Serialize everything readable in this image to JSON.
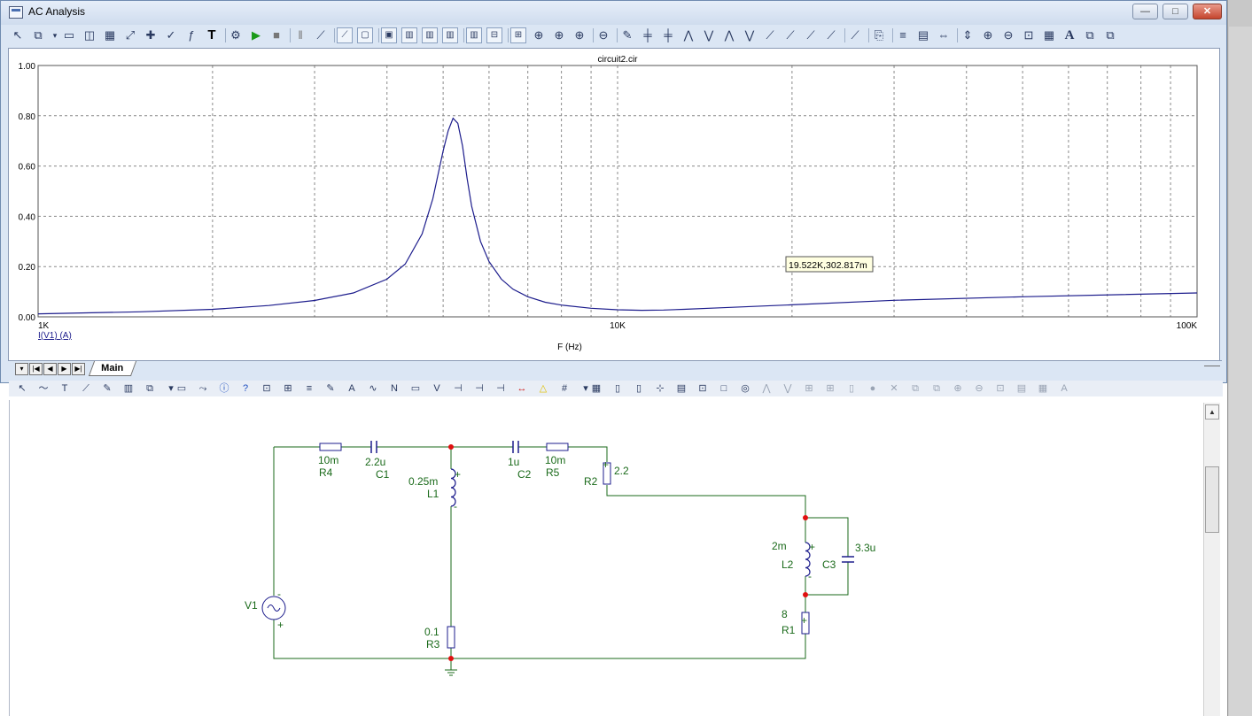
{
  "window": {
    "title": "AC Analysis",
    "minimize": "—",
    "maximize": "□",
    "close": "✕"
  },
  "toolbar_top": {
    "icons": [
      "select-arrow-icon",
      "copy-dropdown-icon",
      "dropdown-arrow-icon",
      "picture-icon",
      "graph-icon",
      "grid-icon",
      "stretch-icon",
      "crosshair-icon",
      "check-icon",
      "fx-icon",
      "text-icon",
      "properties-icon",
      "run-icon",
      "stop-icon",
      "pause-icon",
      "scope-icon",
      "scope2-icon",
      "box-icon",
      "box2-icon",
      "column1-icon",
      "column2-icon",
      "column3-icon",
      "column4-icon",
      "split-h-icon",
      "split-v-icon",
      "zoom-x-icon",
      "zoom-y-icon",
      "zoom-fit-icon",
      "zoom-out-icon",
      "edit-icon",
      "cursor1-icon",
      "cursor2-icon",
      "peak-icon",
      "valley-icon",
      "high-icon",
      "low-icon",
      "slope-icon",
      "inflection-icon",
      "lower-icon",
      "upper-icon",
      "marker-icon",
      "clipboard-icon",
      "list-icon",
      "number-icon",
      "fit-icon",
      "fit2-icon",
      "zoom-in-icon",
      "zoom-out2-icon",
      "zoom-window-icon",
      "layout-icon",
      "font-icon",
      "copy-icon",
      "paste-icon"
    ],
    "text_label": "T",
    "font_label": "A"
  },
  "plot": {
    "title": "circuit2.cir",
    "tooltip": "19.522K,302.817m",
    "legend": "I(V1) (A)",
    "tab": "Main",
    "nav": [
      "▾",
      "|◀",
      "◀",
      "▶",
      "▶|"
    ]
  },
  "chart_data": {
    "type": "line",
    "title": "circuit2.cir",
    "xlabel": "F (Hz)",
    "ylabel": "I(V1) (A)",
    "xscale": "log",
    "xlim": [
      1000,
      100000
    ],
    "ylim": [
      0,
      1
    ],
    "xticks": [
      "1K",
      "10K",
      "100K"
    ],
    "yticks": [
      "0.00",
      "0.20",
      "0.40",
      "0.60",
      "0.80",
      "1.00"
    ],
    "grid": true,
    "series": [
      {
        "name": "I(V1) (A)",
        "color": "#1c1c8c",
        "x": [
          1000,
          1500,
          2000,
          2500,
          3000,
          3500,
          4000,
          4300,
          4600,
          4800,
          5000,
          5100,
          5200,
          5300,
          5400,
          5500,
          5600,
          5800,
          6000,
          6300,
          6600,
          7000,
          7500,
          8000,
          9000,
          10000,
          11000,
          12000,
          13000,
          15000,
          20000,
          30000,
          50000,
          100000
        ],
        "y": [
          0.012,
          0.02,
          0.03,
          0.045,
          0.065,
          0.095,
          0.15,
          0.21,
          0.33,
          0.47,
          0.66,
          0.74,
          0.79,
          0.77,
          0.68,
          0.55,
          0.44,
          0.3,
          0.22,
          0.15,
          0.11,
          0.08,
          0.058,
          0.047,
          0.034,
          0.028,
          0.026,
          0.027,
          0.03,
          0.036,
          0.048,
          0.066,
          0.08,
          0.095
        ]
      }
    ]
  },
  "schematic": {
    "components": [
      {
        "name": "R4",
        "value": "10m"
      },
      {
        "name": "C1",
        "value": "2.2u"
      },
      {
        "name": "L1",
        "value": "0.25m"
      },
      {
        "name": "C2",
        "value": "1u"
      },
      {
        "name": "R5",
        "value": "10m"
      },
      {
        "name": "R2",
        "value": "2.2"
      },
      {
        "name": "L2",
        "value": "2m"
      },
      {
        "name": "C3",
        "value": "3.3u"
      },
      {
        "name": "R1",
        "value": "8"
      },
      {
        "name": "R3",
        "value": "0.1"
      },
      {
        "name": "V1",
        "value": ""
      }
    ],
    "polarity_plus": "+",
    "polarity_minus": "-"
  },
  "colors": {
    "wire": "#1a6a1a",
    "node": "#e01010",
    "trace": "#1c1c8c",
    "grid": "#8a8a8a",
    "frame_bg": "#dbe6f4"
  }
}
